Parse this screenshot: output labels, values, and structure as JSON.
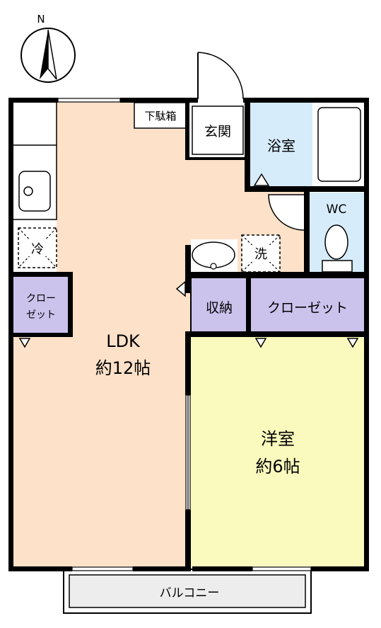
{
  "compass": {
    "north_label": "N"
  },
  "rooms": {
    "ldk": {
      "name": "LDK",
      "area": "約12帖"
    },
    "western_room": {
      "name": "洋室",
      "area": "約6帖"
    },
    "bath": {
      "name": "浴室"
    },
    "wc": {
      "name": "WC"
    },
    "entrance": {
      "name": "玄関"
    },
    "shoe_closet": {
      "name": "下駄箱"
    },
    "storage": {
      "name": "収納"
    },
    "closet_right": {
      "name": "クローゼット"
    },
    "closet_left": {
      "line1": "クロー",
      "line2": "ゼット"
    },
    "fridge": {
      "name": "冷"
    },
    "washer": {
      "name": "洗"
    },
    "balcony": {
      "name": "バルコニー"
    }
  },
  "colors": {
    "ldk_fill": "#fde1c8",
    "western_fill": "#fafabe",
    "wet_fill": "#d6ecfa",
    "storage_fill": "#cbc3ec",
    "wall": "#000000"
  }
}
